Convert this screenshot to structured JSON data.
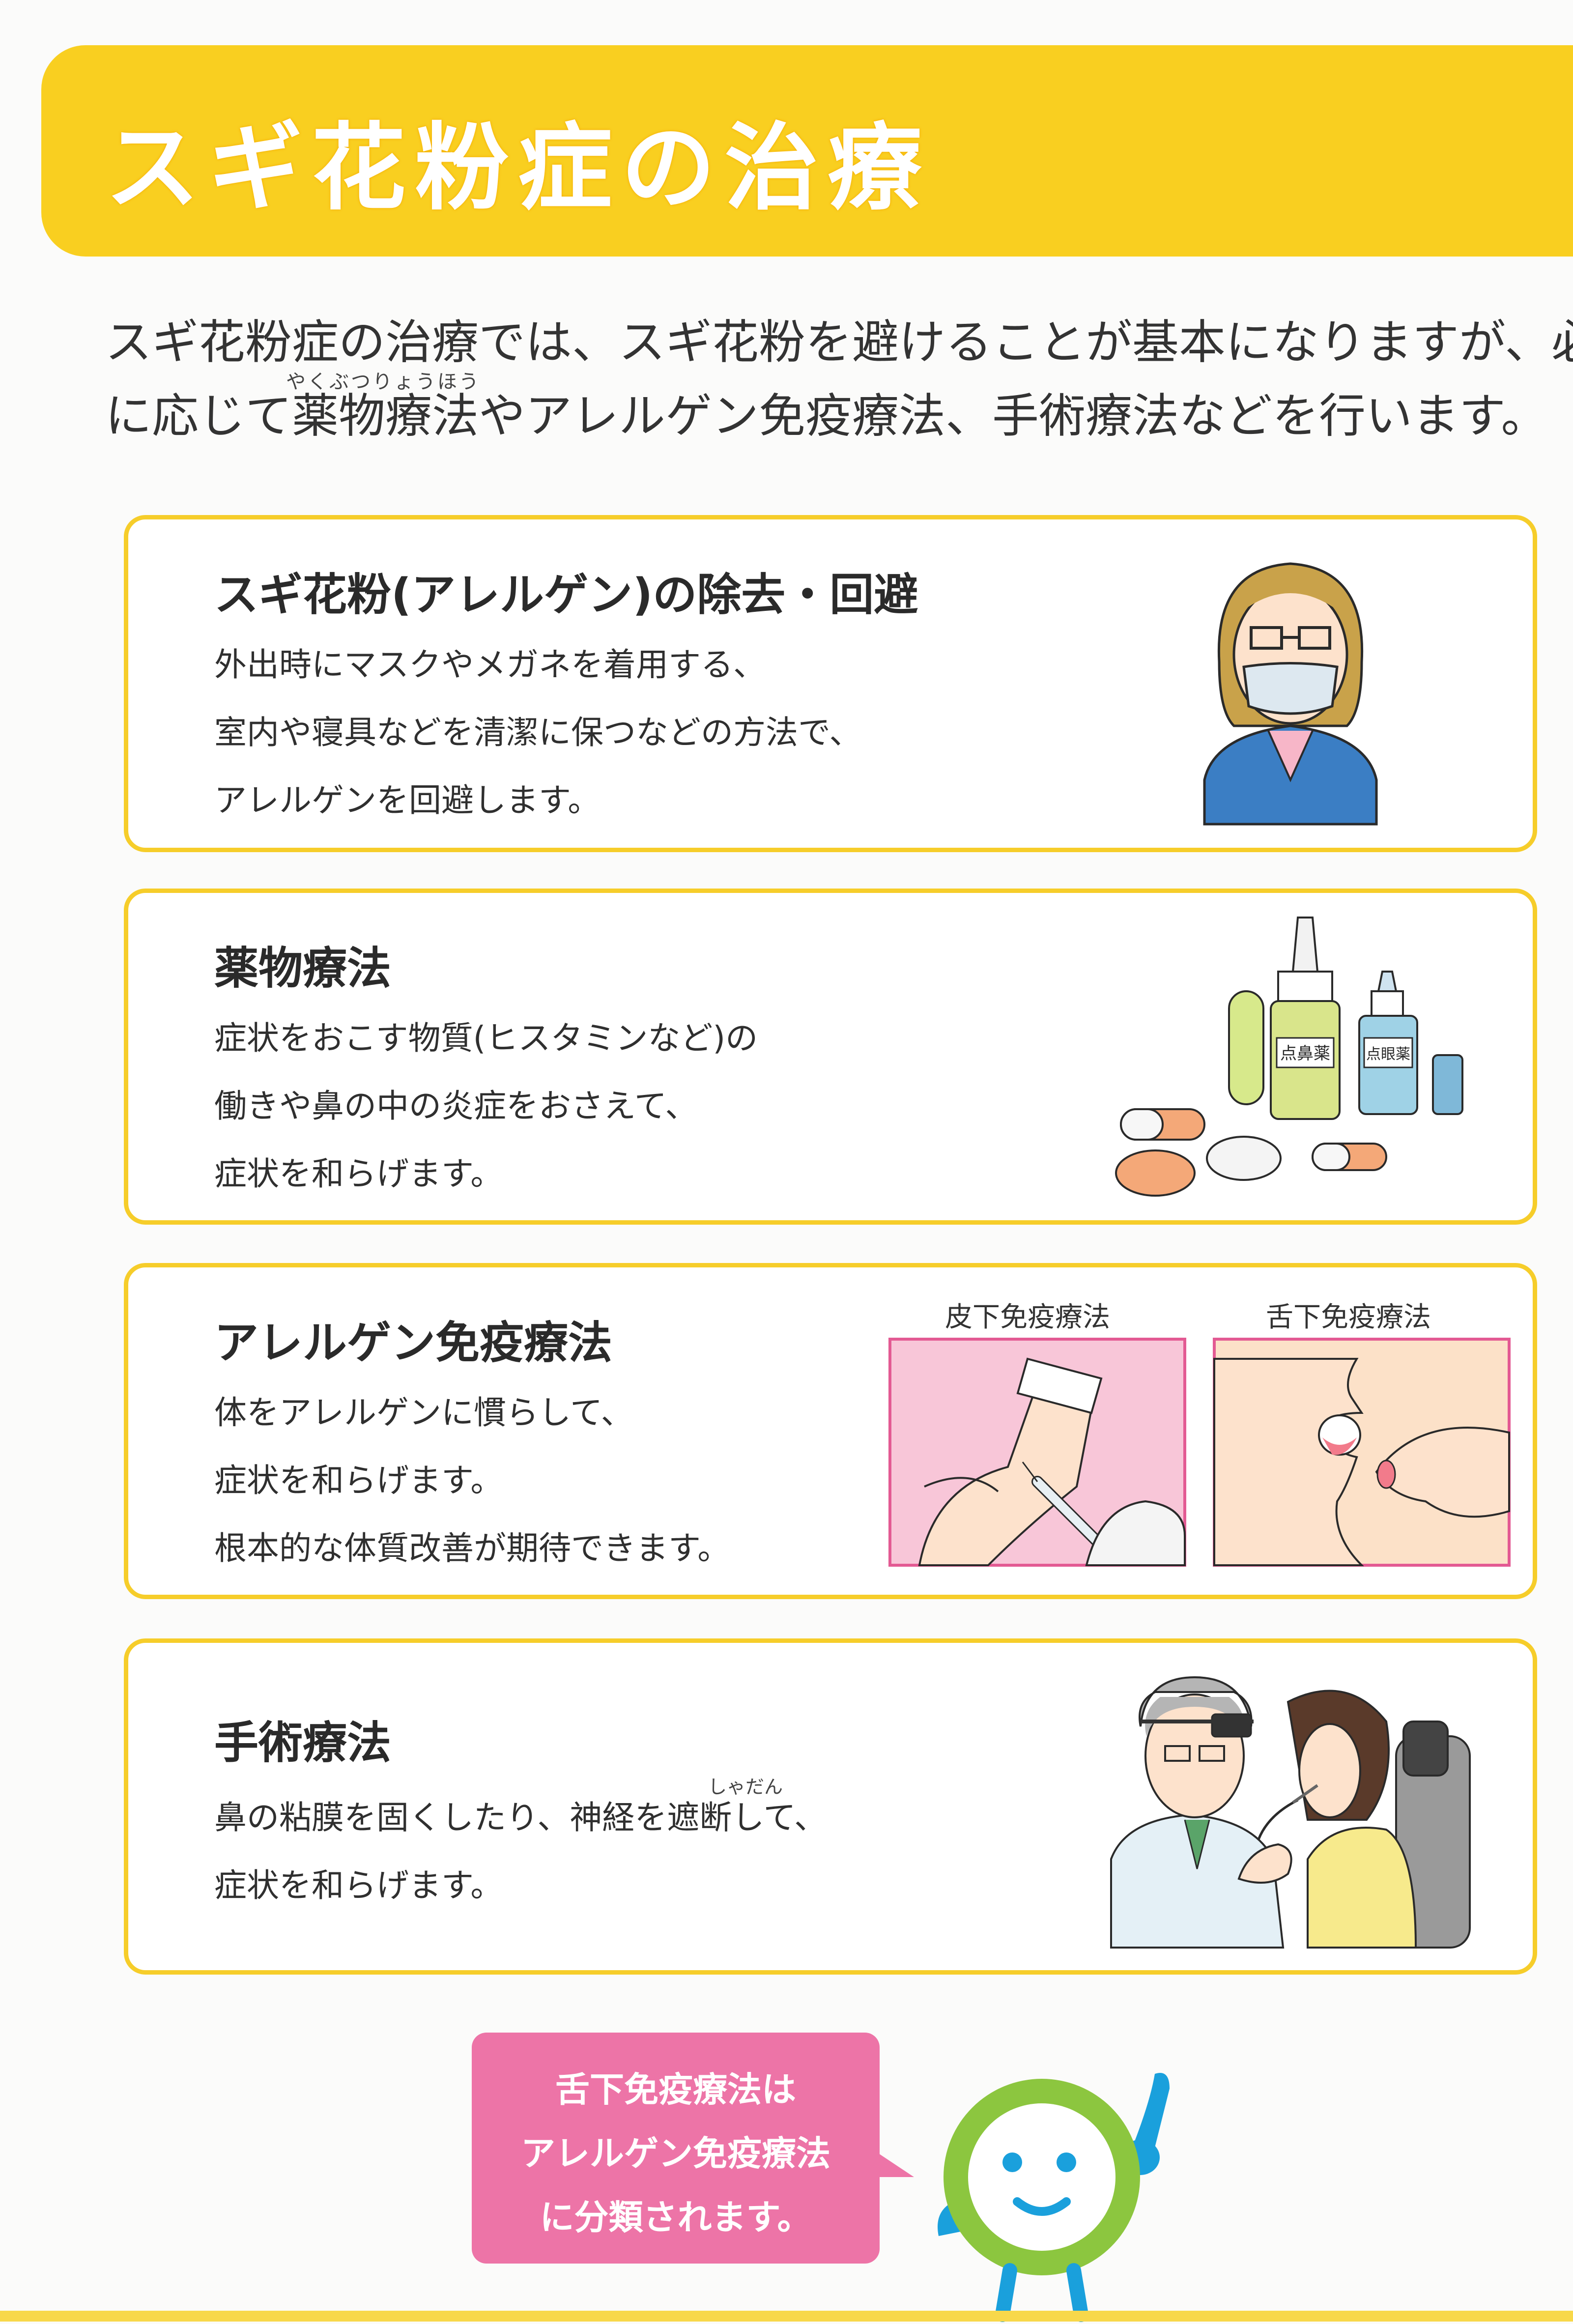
{
  "title": "スギ花粉症の治療",
  "intro": {
    "line1": "スギ花粉症の治療では、スギ花粉を避けることが基本になりますが、必要",
    "line2": "に応じて薬物療法やアレルゲン免疫療法、手術療法などを行います。",
    "ruby": "やくぶつりょうほう"
  },
  "cards": {
    "avoidance": {
      "title": "スギ花粉(アレルゲン)の除去・回避",
      "lines": [
        "外出時にマスクやメガネを着用する、",
        "室内や寝具などを清潔に保つなどの方法で、",
        "アレルゲンを回避します。"
      ]
    },
    "drug": {
      "title": "薬物療法",
      "lines": [
        "症状をおこす物質(ヒスタミンなど)の",
        "働きや鼻の中の炎症をおさえて、",
        "症状を和らげます。"
      ],
      "bottle_labels": [
        "点鼻薬",
        "点眼薬"
      ]
    },
    "immuno": {
      "title": "アレルゲン免疫療法",
      "lines": [
        "体をアレルゲンに慣らして、",
        "症状を和らげます。",
        "根本的な体質改善が期待できます。"
      ],
      "pane_labels": [
        "皮下免疫療法",
        "舌下免疫療法"
      ]
    },
    "surgery": {
      "title": "手術療法",
      "lines": [
        "鼻の粘膜を固くしたり、神経を遮断して、",
        "症状を和らげます。"
      ],
      "ruby": "しゃだん"
    }
  },
  "note": {
    "lines": [
      "舌下免疫療法は",
      "アレルゲン免疫療法",
      "に分類されます。"
    ]
  },
  "colors": {
    "accent_yellow": "#f9cf20",
    "card_border": "#f6cd2a",
    "note_pink": "#ed74a7",
    "mascot_green": "#8cc63f",
    "mascot_blue": "#1aa0dc"
  }
}
